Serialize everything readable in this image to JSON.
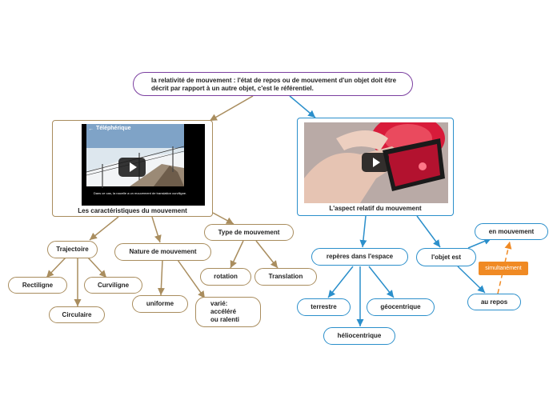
{
  "root": "la relativité de mouvement : l'état de repos ou de mouvement d'un objet doit être décrit  par rapport à un autre objet, c'est le référentiel.",
  "left_card": {
    "caption": "Les caractéristiques du mouvement",
    "video_title": "Téléphérique",
    "video_subtitle": "Dans ce cas, la nacelle a un mouvement de translation curviligne."
  },
  "right_card": {
    "caption": "L'aspect relatif du mouvement"
  },
  "left_branch": {
    "trajectoire": "Trajectoire",
    "rectiligne": "Rectiligne",
    "circulaire": "Circulaire",
    "curviligne": "Curviligne",
    "nature": "Nature de mouvement",
    "uniforme": "uniforme",
    "varie_lines": [
      "varié:",
      "accéléré",
      "ou ralenti"
    ],
    "type": "Type de mouvement",
    "rotation": "rotation",
    "translation": "Translation"
  },
  "right_branch": {
    "reperes": "repères dans l'espace",
    "terrestre": "terrestre",
    "geocentrique": "géocentrique",
    "heliocentrique": "héliocentrique",
    "objet_est": "l'objet est",
    "en_mouvement": "en mouvement",
    "au_repos": "au repos",
    "simultanement": "simultanément"
  },
  "colors": {
    "tan": "#a98d5e",
    "blue": "#2b8fcb",
    "purple": "#7b3fa0",
    "orange": "#f08a24"
  },
  "icons": [
    "play-icon",
    "back-arrow-icon"
  ]
}
